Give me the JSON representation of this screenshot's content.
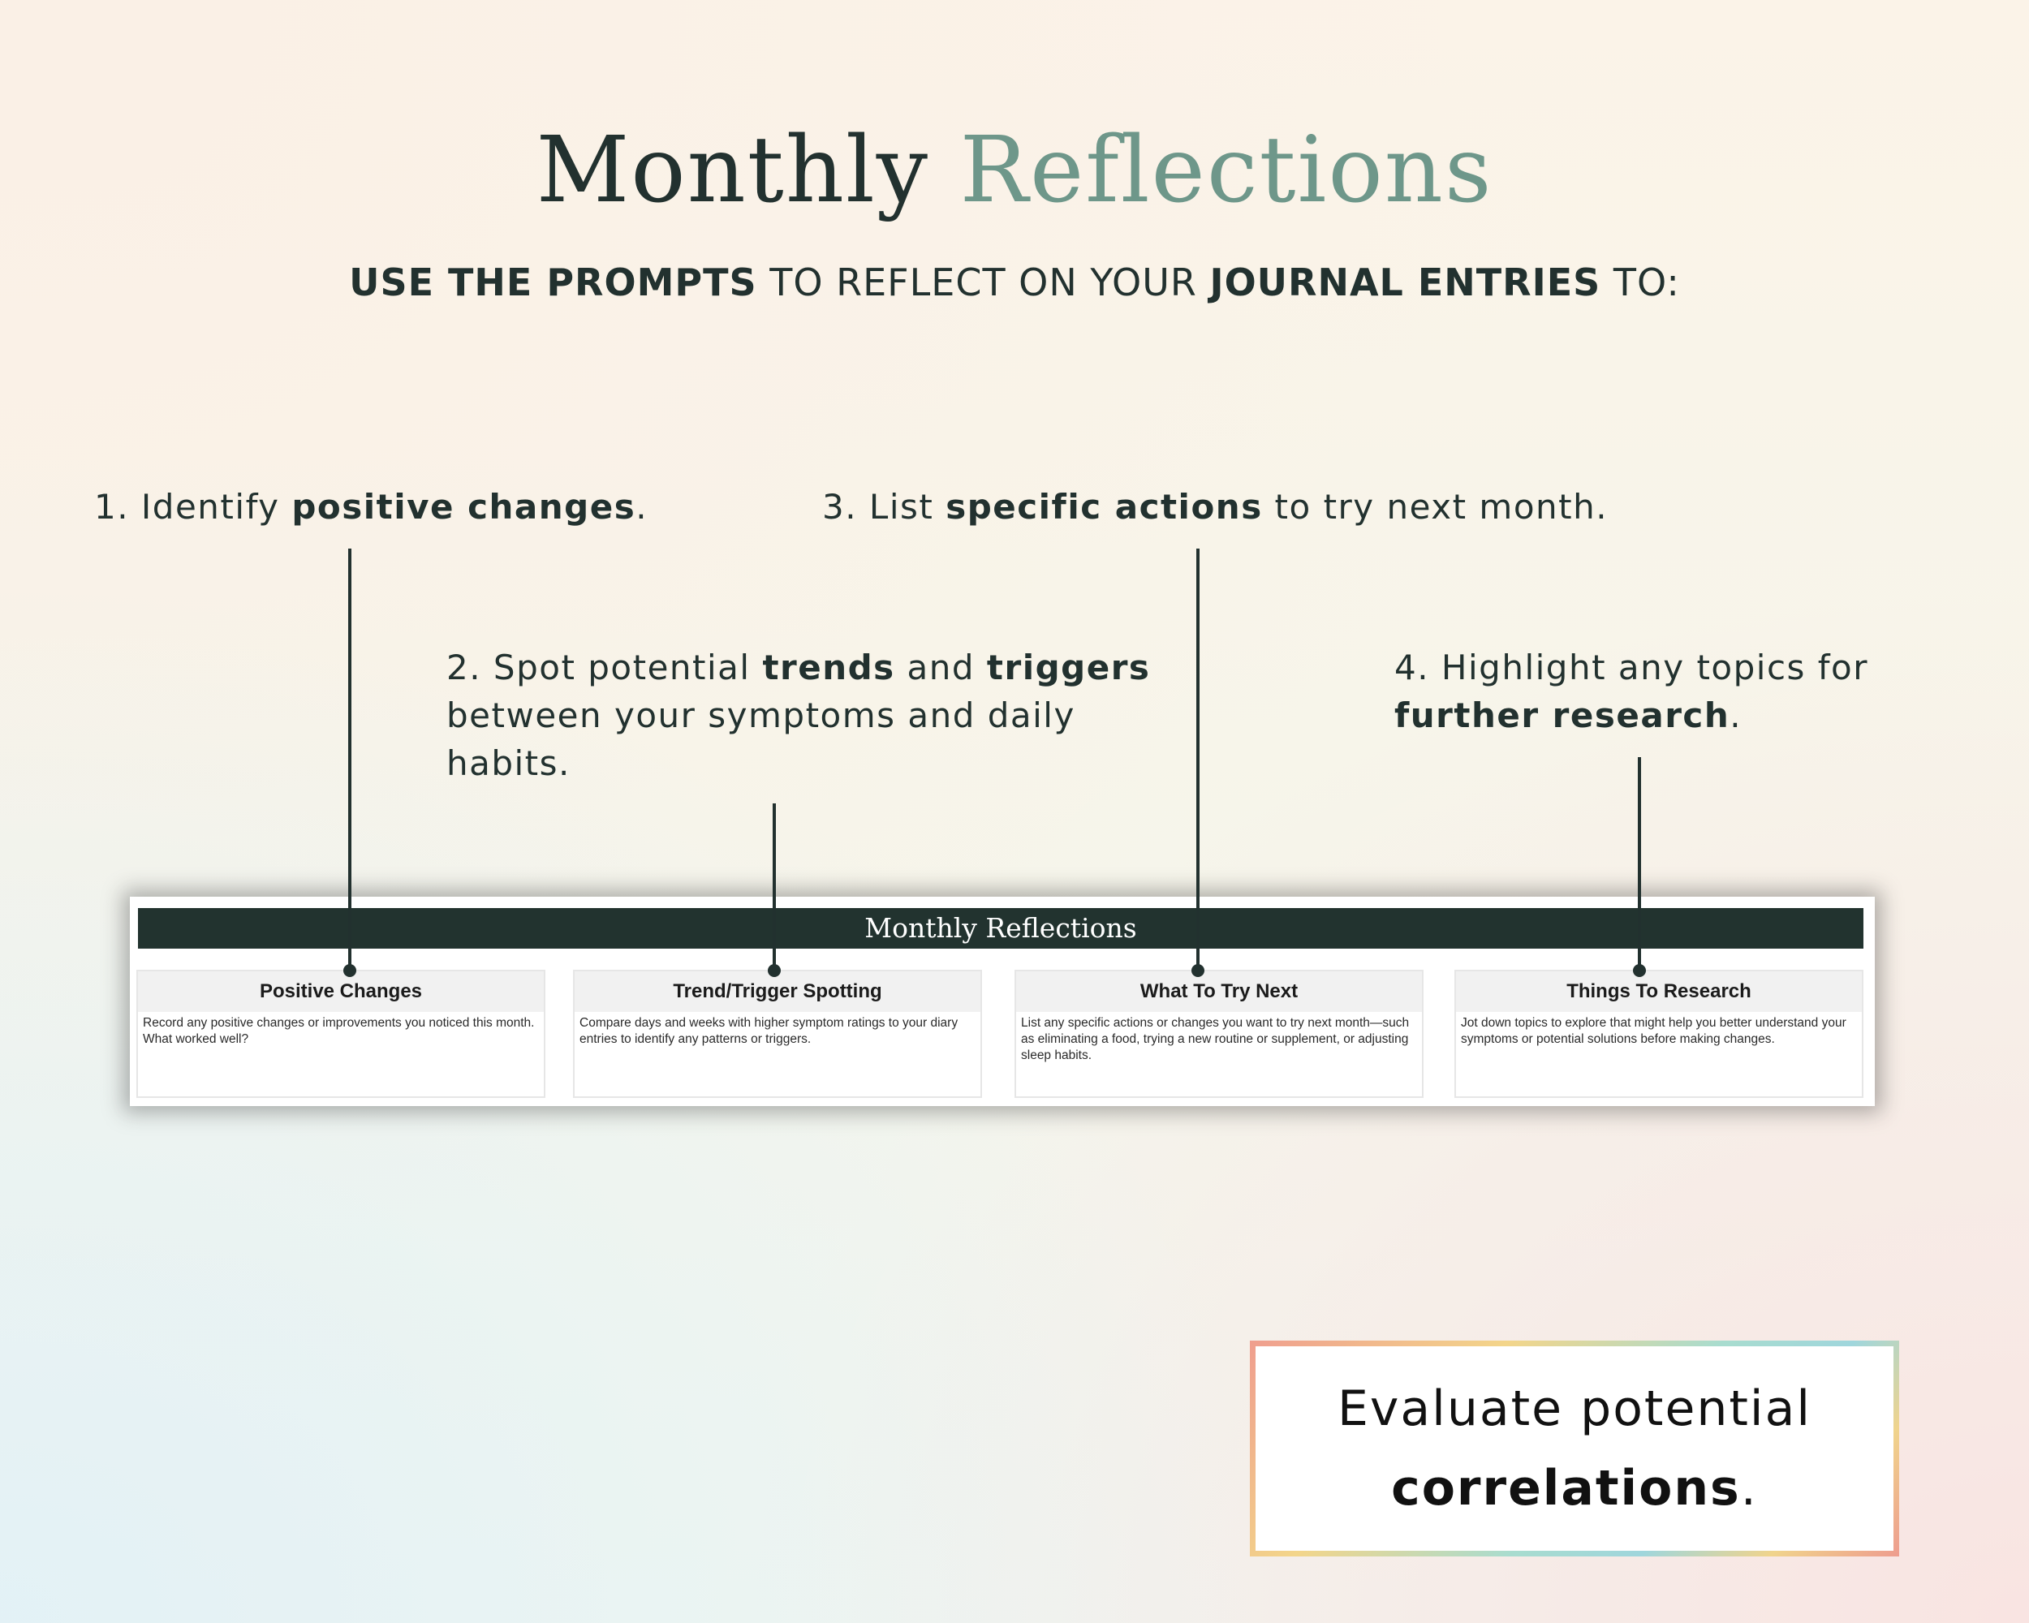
{
  "title": {
    "part1": "Monthly",
    "part2": "Reflections"
  },
  "subtitle": {
    "bold1": "USE THE PROMPTS",
    "text1": " TO REFLECT ON YOUR ",
    "bold2": "JOURNAL ENTRIES",
    "text2": " TO:"
  },
  "prompts": [
    {
      "pre": "1. Identify ",
      "bold": "positive changes",
      "post": "."
    },
    {
      "pre": "2. Spot potential ",
      "bold": "trends",
      "mid": " and ",
      "bold2": "triggers",
      "post": " between your symptoms and daily habits."
    },
    {
      "pre": "3. List ",
      "bold": "specific actions",
      "post": " to try next month."
    },
    {
      "pre": "4. Highlight any topics for ",
      "bold": "further research",
      "post": "."
    }
  ],
  "panel": {
    "header": "Monthly Reflections",
    "cards": [
      {
        "title": "Positive Changes",
        "body": "Record any positive changes or improvements you noticed this month. What worked well?"
      },
      {
        "title": "Trend/Trigger Spotting",
        "body": "Compare days and weeks with higher symptom ratings to your diary entries to identify any patterns or triggers."
      },
      {
        "title": "What To Try Next",
        "body": "List any specific actions or changes you want to try next month—such as eliminating a food, trying a new routine or supplement, or adjusting sleep habits."
      },
      {
        "title": "Things To Research",
        "body": "Jot down topics to explore that might help you better understand your symptoms or potential solutions before making changes."
      }
    ]
  },
  "evaluate": {
    "line1": "Evaluate potential",
    "bold": "correlations",
    "post": "."
  },
  "colors": {
    "dark": "#22312f",
    "accent": "#6e978a",
    "header_bg": "#22332f"
  }
}
